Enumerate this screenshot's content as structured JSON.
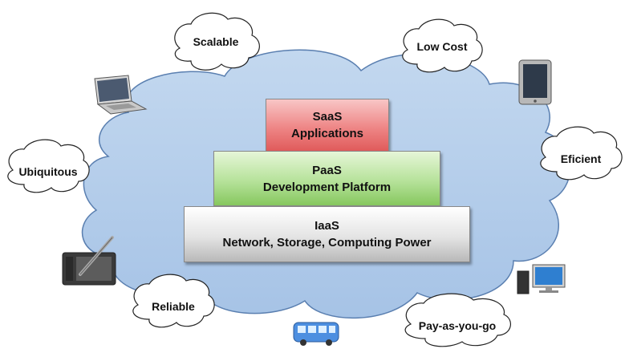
{
  "layers": [
    {
      "name": "SaaS",
      "desc": "Applications"
    },
    {
      "name": "PaaS",
      "desc": "Development Platform"
    },
    {
      "name": "IaaS",
      "desc": "Network, Storage, Computing Power"
    }
  ],
  "attributes": [
    "Scalable",
    "Low Cost",
    "Ubiquitous",
    "Eficient",
    "Reliable",
    "Pay-as-you-go"
  ],
  "devices": [
    "laptop-icon",
    "tablet-icon",
    "drawing-tablet-icon",
    "desktop-computer-icon",
    "bus-icon"
  ],
  "colors": {
    "cloud_fill": "#b3cdea",
    "cloud_stroke": "#5a7fb0",
    "saas": "#e86e6e",
    "paas": "#9fd67f",
    "iaas": "#d6d6d6"
  }
}
